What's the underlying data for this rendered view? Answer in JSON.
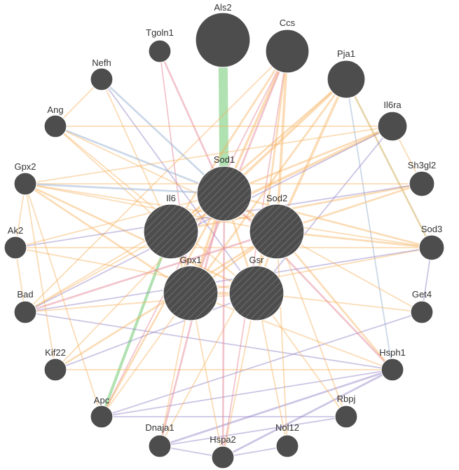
{
  "colors": {
    "node": "#4d4d4d",
    "hatch": "#6e6e6e",
    "label": "#333333",
    "edge_coexpression": "#8e7cc3",
    "edge_physical": "#e58c9c",
    "edge_predicted": "#f7b25e",
    "edge_pathway": "#8ed490",
    "edge_colocalization": "#a0b8d6",
    "edge_shared_domain": "#d4b46a"
  },
  "nodes": [
    {
      "id": "Sod1",
      "label": "Sod1",
      "query": true
    },
    {
      "id": "Il6",
      "label": "Il6",
      "query": true
    },
    {
      "id": "Sod2",
      "label": "Sod2",
      "query": true
    },
    {
      "id": "Gpx1",
      "label": "Gpx1",
      "query": true
    },
    {
      "id": "Gsr",
      "label": "Gsr",
      "query": true
    },
    {
      "id": "Als2",
      "label": "Als2",
      "query": false
    },
    {
      "id": "Ccs",
      "label": "Ccs",
      "query": false
    },
    {
      "id": "Tgoln1",
      "label": "Tgoln1",
      "query": false
    },
    {
      "id": "Pja1",
      "label": "Pja1",
      "query": false
    },
    {
      "id": "Nefh",
      "label": "Nefh",
      "query": false
    },
    {
      "id": "Il6ra",
      "label": "Il6ra",
      "query": false
    },
    {
      "id": "Ang",
      "label": "Ang",
      "query": false
    },
    {
      "id": "Sh3gl2",
      "label": "Sh3gl2",
      "query": false
    },
    {
      "id": "Gpx2",
      "label": "Gpx2",
      "query": false
    },
    {
      "id": "Sod3",
      "label": "Sod3",
      "query": false
    },
    {
      "id": "Ak2",
      "label": "Ak2",
      "query": false
    },
    {
      "id": "Get4",
      "label": "Get4",
      "query": false
    },
    {
      "id": "Bad",
      "label": "Bad",
      "query": false
    },
    {
      "id": "Hsph1",
      "label": "Hsph1",
      "query": false
    },
    {
      "id": "Kif22",
      "label": "Kif22",
      "query": false
    },
    {
      "id": "Rbpj",
      "label": "Rbpj",
      "query": false
    },
    {
      "id": "Apc",
      "label": "Apc",
      "query": false
    },
    {
      "id": "Dnaja1",
      "label": "Dnaja1",
      "query": false
    },
    {
      "id": "Hspa2",
      "label": "Hspa2",
      "query": false
    },
    {
      "id": "Nol12",
      "label": "Nol12",
      "query": false
    }
  ],
  "edges": [
    {
      "source": "Als2",
      "target": "Sod1",
      "type": "pathway",
      "weight": 5
    },
    {
      "source": "Il6",
      "target": "Apc",
      "type": "pathway",
      "weight": 3
    },
    {
      "source": "Ccs",
      "target": "Sod1",
      "type": "predicted",
      "weight": 3
    },
    {
      "source": "Ccs",
      "target": "Sod2",
      "type": "predicted",
      "weight": 3
    },
    {
      "source": "Ccs",
      "target": "Il6",
      "type": "predicted",
      "weight": 2
    },
    {
      "source": "Ccs",
      "target": "Gpx1",
      "type": "physical",
      "weight": 2
    },
    {
      "source": "Ccs",
      "target": "Gsr",
      "type": "predicted",
      "weight": 2
    },
    {
      "source": "Ccs",
      "target": "Bad",
      "type": "predicted",
      "weight": 1
    },
    {
      "source": "Ccs",
      "target": "Apc",
      "type": "physical",
      "weight": 1
    },
    {
      "source": "Ccs",
      "target": "Hspa2",
      "type": "physical",
      "weight": 1
    },
    {
      "source": "Pja1",
      "target": "Sod1",
      "type": "predicted",
      "weight": 3
    },
    {
      "source": "Pja1",
      "target": "Sod2",
      "type": "predicted",
      "weight": 3
    },
    {
      "source": "Pja1",
      "target": "Gpx1",
      "type": "predicted",
      "weight": 2
    },
    {
      "source": "Pja1",
      "target": "Il6",
      "type": "predicted",
      "weight": 2
    },
    {
      "source": "Pja1",
      "target": "Sod3",
      "type": "shared_domain",
      "weight": 2
    },
    {
      "source": "Pja1",
      "target": "Hsph1",
      "type": "colocalization",
      "weight": 1
    },
    {
      "source": "Tgoln1",
      "target": "Sod1",
      "type": "physical",
      "weight": 2
    },
    {
      "source": "Tgoln1",
      "target": "Gpx1",
      "type": "physical",
      "weight": 1
    },
    {
      "source": "Nefh",
      "target": "Sod1",
      "type": "colocalization",
      "weight": 2
    },
    {
      "source": "Nefh",
      "target": "Il6",
      "type": "predicted",
      "weight": 1
    },
    {
      "source": "Nefh",
      "target": "Ang",
      "type": "predicted",
      "weight": 1
    },
    {
      "source": "Nefh",
      "target": "Gsr",
      "type": "coexpression",
      "weight": 1
    },
    {
      "source": "Ang",
      "target": "Sod1",
      "type": "colocalization",
      "weight": 2
    },
    {
      "source": "Ang",
      "target": "Sod2",
      "type": "predicted",
      "weight": 1
    },
    {
      "source": "Ang",
      "target": "Gsr",
      "type": "predicted",
      "weight": 1
    },
    {
      "source": "Ang",
      "target": "Il6",
      "type": "predicted",
      "weight": 1
    },
    {
      "source": "Ang",
      "target": "Il6ra",
      "type": "predicted",
      "weight": 1
    },
    {
      "source": "Il6ra",
      "target": "Il6",
      "type": "predicted",
      "weight": 3
    },
    {
      "source": "Il6ra",
      "target": "Sod1",
      "type": "predicted",
      "weight": 2
    },
    {
      "source": "Il6ra",
      "target": "Gpx2",
      "type": "predicted",
      "weight": 1
    },
    {
      "source": "Il6ra",
      "target": "Sh3gl2",
      "type": "predicted",
      "weight": 1
    },
    {
      "source": "Il6ra",
      "target": "Gsr",
      "type": "coexpression",
      "weight": 1
    },
    {
      "source": "Sh3gl2",
      "target": "Sod2",
      "type": "predicted",
      "weight": 2
    },
    {
      "source": "Sh3gl2",
      "target": "Il6",
      "type": "predicted",
      "weight": 2
    },
    {
      "source": "Sh3gl2",
      "target": "Gpx2",
      "type": "predicted",
      "weight": 1
    },
    {
      "source": "Gpx2",
      "target": "Sod1",
      "type": "colocalization",
      "weight": 2
    },
    {
      "source": "Gpx2",
      "target": "Gpx1",
      "type": "predicted",
      "weight": 2
    },
    {
      "source": "Gpx2",
      "target": "Gsr",
      "type": "predicted",
      "weight": 2
    },
    {
      "source": "Gpx2",
      "target": "Sod2",
      "type": "predicted",
      "weight": 1
    },
    {
      "source": "Gpx2",
      "target": "Ak2",
      "type": "predicted",
      "weight": 1
    },
    {
      "source": "Gpx2",
      "target": "Sod3",
      "type": "predicted",
      "weight": 1
    },
    {
      "source": "Sod3",
      "target": "Sod1",
      "type": "predicted",
      "weight": 2
    },
    {
      "source": "Sod3",
      "target": "Sod2",
      "type": "predicted",
      "weight": 2
    },
    {
      "source": "Sod3",
      "target": "Gpx1",
      "type": "predicted",
      "weight": 1
    },
    {
      "source": "Sod3",
      "target": "Ak2",
      "type": "predicted",
      "weight": 1
    },
    {
      "source": "Sod3",
      "target": "Bad",
      "type": "coexpression",
      "weight": 1
    },
    {
      "source": "Sod3",
      "target": "Get4",
      "type": "coexpression",
      "weight": 1
    },
    {
      "source": "Ak2",
      "target": "Sod1",
      "type": "predicted",
      "weight": 1
    },
    {
      "source": "Ak2",
      "target": "Gsr",
      "type": "predicted",
      "weight": 1
    },
    {
      "source": "Ak2",
      "target": "Sh3gl2",
      "type": "coexpression",
      "weight": 1
    },
    {
      "source": "Ak2",
      "target": "Bad",
      "type": "predicted",
      "weight": 1
    },
    {
      "source": "Get4",
      "target": "Sod2",
      "type": "predicted",
      "weight": 1
    },
    {
      "source": "Get4",
      "target": "Gsr",
      "type": "predicted",
      "weight": 1
    },
    {
      "source": "Get4",
      "target": "Apc",
      "type": "coexpression",
      "weight": 1
    },
    {
      "source": "Bad",
      "target": "Sod1",
      "type": "predicted",
      "weight": 1
    },
    {
      "source": "Bad",
      "target": "Sod2",
      "type": "physical",
      "weight": 2
    },
    {
      "source": "Bad",
      "target": "Gsr",
      "type": "predicted",
      "weight": 1
    },
    {
      "source": "Bad",
      "target": "Il6",
      "type": "predicted",
      "weight": 1
    },
    {
      "source": "Bad",
      "target": "Hsph1",
      "type": "coexpression",
      "weight": 1
    },
    {
      "source": "Bad",
      "target": "Il6ra",
      "type": "coexpression",
      "weight": 1
    },
    {
      "source": "Hsph1",
      "target": "Sod1",
      "type": "physical",
      "weight": 2
    },
    {
      "source": "Hsph1",
      "target": "Sod2",
      "type": "predicted",
      "weight": 2
    },
    {
      "source": "Hsph1",
      "target": "Gpx1",
      "type": "predicted",
      "weight": 1
    },
    {
      "source": "Hsph1",
      "target": "Dnaja1",
      "type": "coexpression",
      "weight": 2
    },
    {
      "source": "Hsph1",
      "target": "Hspa2",
      "type": "coexpression",
      "weight": 2
    },
    {
      "source": "Hsph1",
      "target": "Apc",
      "type": "coexpression",
      "weight": 1
    },
    {
      "source": "Hsph1",
      "target": "Kif22",
      "type": "predicted",
      "weight": 1
    },
    {
      "source": "Kif22",
      "target": "Sod1",
      "type": "predicted",
      "weight": 1
    },
    {
      "source": "Kif22",
      "target": "Sod2",
      "type": "predicted",
      "weight": 2
    },
    {
      "source": "Kif22",
      "target": "Gsr",
      "type": "coexpression",
      "weight": 1
    },
    {
      "source": "Kif22",
      "target": "Gpx2",
      "type": "predicted",
      "weight": 1
    },
    {
      "source": "Rbpj",
      "target": "Sod2",
      "type": "predicted",
      "weight": 1
    },
    {
      "source": "Rbpj",
      "target": "Gsr",
      "type": "predicted",
      "weight": 1
    },
    {
      "source": "Rbpj",
      "target": "Dnaja1",
      "type": "coexpression",
      "weight": 1
    },
    {
      "source": "Rbpj",
      "target": "Apc",
      "type": "coexpression",
      "weight": 1
    },
    {
      "source": "Apc",
      "target": "Sod1",
      "type": "predicted",
      "weight": 2
    },
    {
      "source": "Apc",
      "target": "Gpx1",
      "type": "predicted",
      "weight": 1
    },
    {
      "source": "Apc",
      "target": "Gpx2",
      "type": "predicted",
      "weight": 1
    },
    {
      "source": "Dnaja1",
      "target": "Sod1",
      "type": "physical",
      "weight": 2
    },
    {
      "source": "Dnaja1",
      "target": "Sod2",
      "type": "predicted",
      "weight": 1
    },
    {
      "source": "Dnaja1",
      "target": "Gpx1",
      "type": "predicted",
      "weight": 1
    },
    {
      "source": "Dnaja1",
      "target": "Hspa2",
      "type": "coexpression",
      "weight": 1
    },
    {
      "source": "Hspa2",
      "target": "Sod1",
      "type": "physical",
      "weight": 2
    },
    {
      "source": "Hspa2",
      "target": "Gpx1",
      "type": "predicted",
      "weight": 1
    },
    {
      "source": "Hspa2",
      "target": "Gsr",
      "type": "predicted",
      "weight": 1
    },
    {
      "source": "Hspa2",
      "target": "Nol12",
      "type": "coexpression",
      "weight": 1
    },
    {
      "source": "Nol12",
      "target": "Sod2",
      "type": "predicted",
      "weight": 1
    },
    {
      "source": "Nol12",
      "target": "Gsr",
      "type": "predicted",
      "weight": 1
    },
    {
      "source": "Sod1",
      "target": "Sod2",
      "type": "predicted",
      "weight": 3
    },
    {
      "source": "Sod1",
      "target": "Il6",
      "type": "predicted",
      "weight": 2
    },
    {
      "source": "Sod1",
      "target": "Gpx1",
      "type": "predicted",
      "weight": 3
    },
    {
      "source": "Sod1",
      "target": "Gsr",
      "type": "predicted",
      "weight": 2
    },
    {
      "source": "Sod2",
      "target": "Gpx1",
      "type": "predicted",
      "weight": 2
    },
    {
      "source": "Sod2",
      "target": "Gsr",
      "type": "predicted",
      "weight": 2
    },
    {
      "source": "Il6",
      "target": "Gpx1",
      "type": "predicted",
      "weight": 2
    },
    {
      "source": "Gpx1",
      "target": "Gsr",
      "type": "predicted",
      "weight": 3
    }
  ]
}
